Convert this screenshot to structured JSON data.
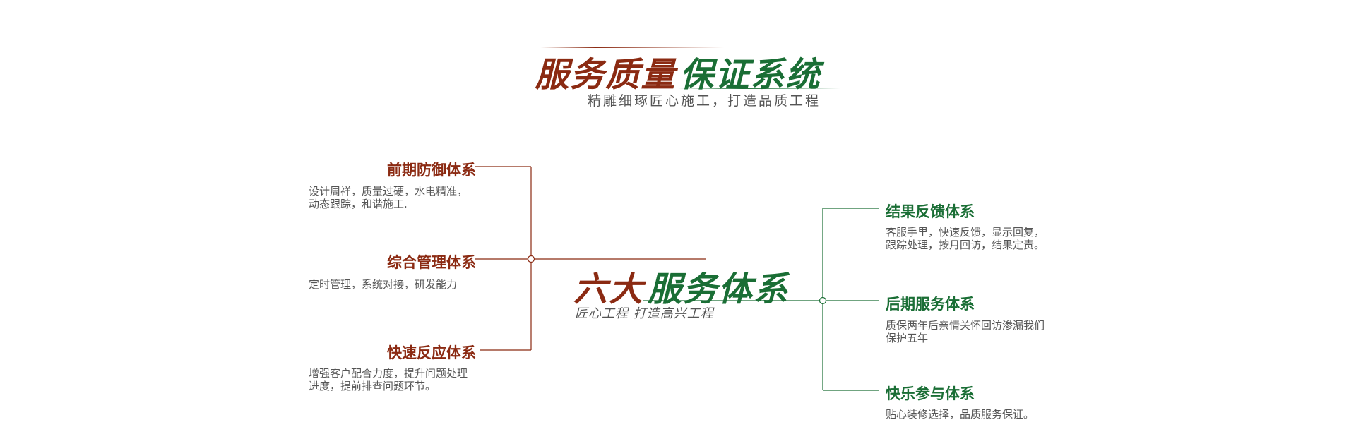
{
  "header": {
    "title_red": "服务质量",
    "title_green": "保证系统",
    "subtitle": "精雕细琢匠心施工，打造品质工程"
  },
  "center": {
    "title_red": "六大",
    "title_green": "服务体系",
    "subtitle": "匠心工程 打造高兴工程"
  },
  "left_systems": [
    {
      "title": "前期防御体系",
      "desc": "设计周祥，质量过硬，水电精准，动态跟踪，和谐施工."
    },
    {
      "title": "综合管理体系",
      "desc": "定时管理，系统对接，研发能力"
    },
    {
      "title": "快速反应体系",
      "desc": "增强客户配合力度，提升问题处理进度，提前排查问题环节。"
    }
  ],
  "right_systems": [
    {
      "title": "结果反馈体系",
      "desc": "客服手里，快速反馈，显示回复，跟踪处理，按月回访，结果定责。"
    },
    {
      "title": "后期服务体系",
      "desc": "质保两年后亲情关怀回访渗漏我们保护五年"
    },
    {
      "title": "快乐参与体系",
      "desc": "贴心装修选择，品质服务保证。"
    }
  ],
  "colors": {
    "red": "#8b2a12",
    "green": "#1a6e35",
    "text": "#555555"
  }
}
